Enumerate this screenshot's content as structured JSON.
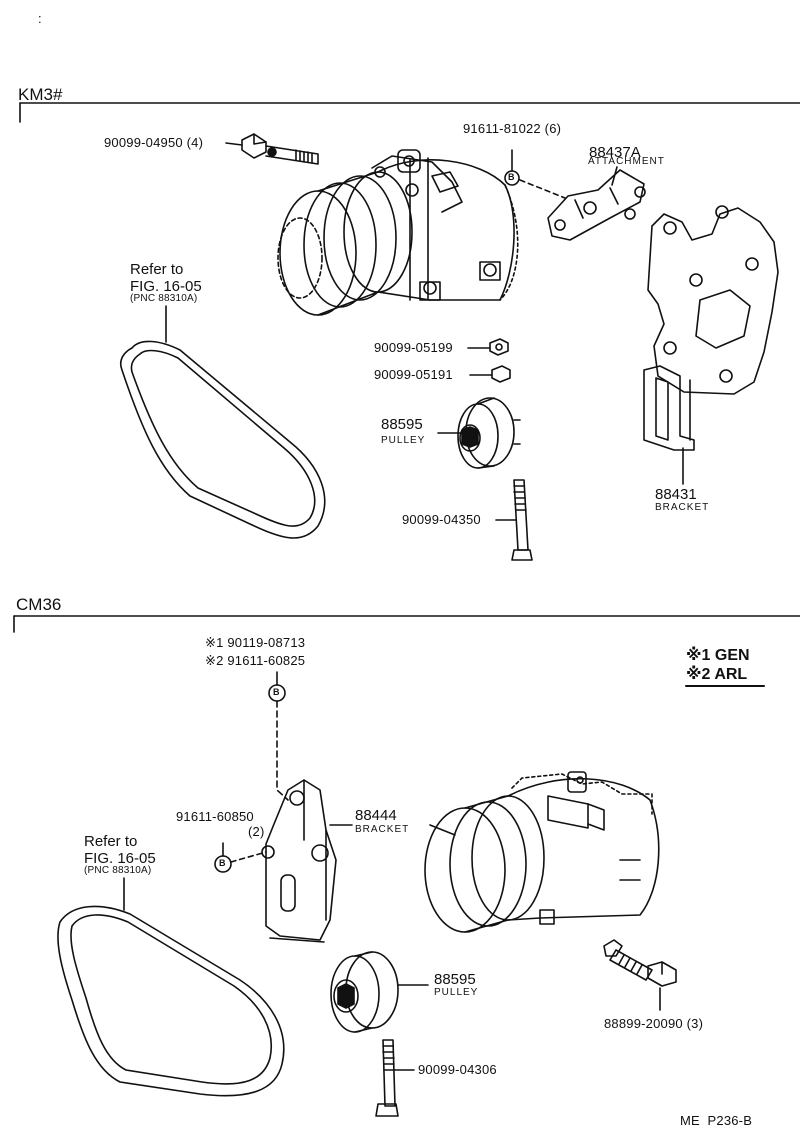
{
  "stray_mark": ":",
  "sections": [
    {
      "title": "KM3#",
      "labels": {
        "bolt_pn": "90099-04950 (4)",
        "bolt_b_pn": "91611-81022 (6)",
        "attach_pn": "88437A",
        "attach_name": "ATTACHMENT",
        "refer_line1": "Refer to",
        "refer_line2": "FIG. 16-05",
        "refer_line3": "(PNC 88310A)",
        "nut1_pn": "90099-05199",
        "nut2_pn": "90099-05191",
        "pulley_pn": "88595",
        "pulley_name": "PULLEY",
        "bolt_long_pn": "90099-04350",
        "bracket_pn": "88431",
        "bracket_name": "BRACKET",
        "b_marker": "B"
      }
    },
    {
      "title": "CM36",
      "labels": {
        "note_line1": "※1 90119-08713",
        "note_line2": "※2 91611-60825",
        "bolt_pn": "91611-60850",
        "bolt_qty": "(2)",
        "bracket_pn": "88444",
        "bracket_name": "BRACKET",
        "refer_line1": "Refer to",
        "refer_line2": "FIG. 16-05",
        "refer_line3": "(PNC 88310A)",
        "pulley_pn": "88595",
        "pulley_name": "PULLEY",
        "bolt_long_pn": "90099-04306",
        "stud_pn": "88899-20090 (3)",
        "b_marker": "B"
      }
    }
  ],
  "legend": [
    {
      "mark": "※1",
      "text": "GEN"
    },
    {
      "mark": "※2",
      "text": "ARL"
    }
  ],
  "page_id": "ME  P236-B"
}
